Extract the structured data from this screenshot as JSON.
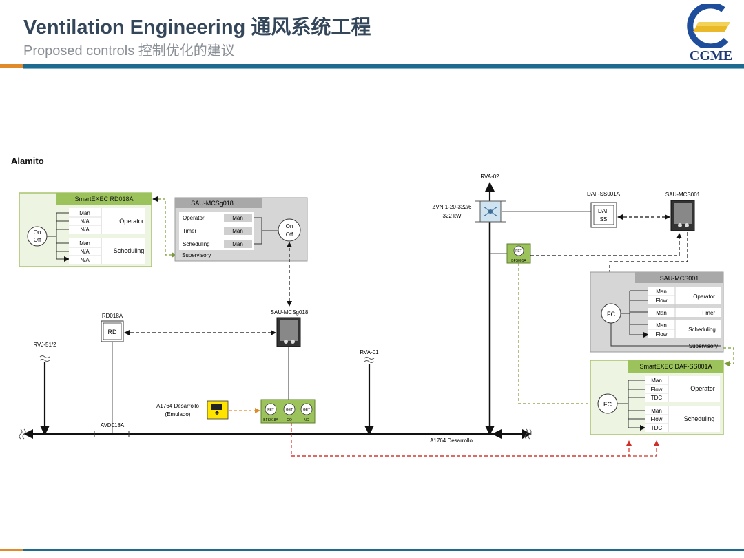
{
  "header": {
    "title": "Ventilation Engineering 通风系统工程",
    "subtitle": "Proposed controls 控制优化的建议",
    "logo_text": "CGME",
    "colors": {
      "title": "#34465a",
      "accent_orange": "#e08a2a",
      "accent_blue": "#1d6b8e"
    }
  },
  "section_label": "Alamito",
  "smartexec_rd018a": {
    "title": "SmartEXEC RD018A",
    "switch": [
      "On",
      "Off"
    ],
    "operator_label": "Operator",
    "operator_modes": [
      "Man",
      "N/A",
      "N/A"
    ],
    "scheduling_label": "Scheduling",
    "scheduling_modes": [
      "Man",
      "N/A",
      "N/A"
    ]
  },
  "sau_mcsg018": {
    "title": "SAU-MCSg018",
    "rows": [
      {
        "label": "Operator",
        "value": "Man"
      },
      {
        "label": "Timer",
        "value": "Man"
      },
      {
        "label": "Scheduling",
        "value": "Man"
      }
    ],
    "switch": [
      "On",
      "Off"
    ],
    "supervisory": "Supervisory"
  },
  "sau_mcs001": {
    "title": "SAU-MCS001",
    "fc": "FC",
    "operator_label": "Operator",
    "operator_modes": [
      "Man",
      "Flow"
    ],
    "timer_label": "Timer",
    "timer_mode": "Man",
    "scheduling_label": "Scheduling",
    "scheduling_modes": [
      "Man",
      "Flow"
    ],
    "supervisory": "Supervisory"
  },
  "smartexec_daf": {
    "title": "SmartEXEC DAF-SS001A",
    "fc": "FC",
    "operator_label": "Operator",
    "operator_modes": [
      "Man",
      "Flow",
      "TDC"
    ],
    "scheduling_label": "Scheduling",
    "scheduling_modes": [
      "Man",
      "Flow",
      "TDC"
    ]
  },
  "devices": {
    "rd018a_label": "RD018A",
    "rd_box": "RD",
    "avd018a": "AVD018A",
    "rvj": "RVJ-51/2",
    "rva01": "RVA-01",
    "rva02": "RVA-02",
    "zvn_line1": "ZVN 1-20-322/6",
    "zvn_line2": "322 kW",
    "daf_label": "DAF-SS001A",
    "daf_box_line1": "DAF",
    "daf_box_line2": "SS",
    "sau_mcsg018_ctrl": "SAU-MCSg018",
    "sau_mcs001_ctrl": "SAU-MCS001",
    "a1764_line1": "A1764 Desarrollo",
    "a1764_line2": "(Emulado)",
    "a1764_drift": "A1764 Desarrollo",
    "fet_small": "FET",
    "bfs001a": "BFS001A",
    "sensors": [
      {
        "top": "FET",
        "bottom": "BFS018A"
      },
      {
        "top": "GET",
        "bottom": "CO"
      },
      {
        "top": "GET",
        "bottom": "NO"
      }
    ]
  }
}
